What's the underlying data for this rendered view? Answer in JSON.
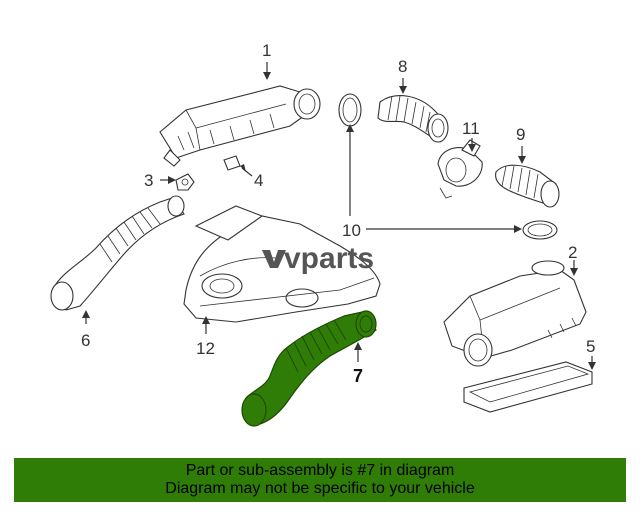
{
  "watermark": "vparts",
  "callouts": {
    "c1": "1",
    "c2": "2",
    "c3": "3",
    "c4": "4",
    "c5": "5",
    "c6": "6",
    "c7": "7",
    "c8": "8",
    "c9": "9",
    "c10": "10",
    "c11": "11",
    "c12": "12"
  },
  "highlight_color": "#2f7d07",
  "banner": {
    "line1": "Part or sub-assembly is #7 in diagram",
    "line2": "Diagram may not be specific to your vehicle"
  }
}
